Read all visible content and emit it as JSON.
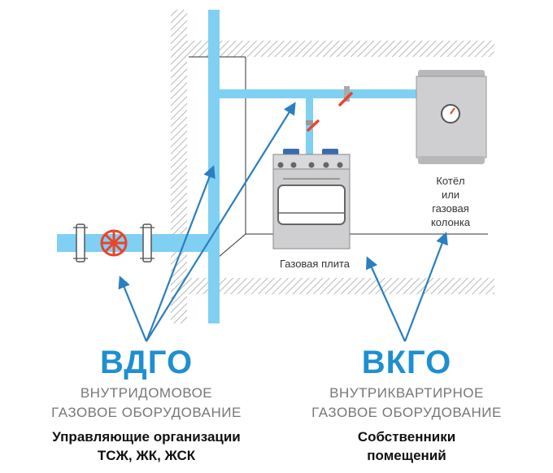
{
  "labels": {
    "stove": "Газовая плита",
    "boiler_lines": [
      "Котёл",
      "или",
      "газовая",
      "колонка"
    ]
  },
  "left_group": {
    "abbr": "ВДГО",
    "description_lines": [
      "ВНУТРИДОМОВОЕ",
      "ГАЗОВОЕ ОБОРУДОВАНИЕ"
    ],
    "owner_lines": [
      "Управляющие организации",
      "ТСЖ, ЖК, ЖСК"
    ]
  },
  "right_group": {
    "abbr": "ВКГО",
    "description_lines": [
      "ВНУТРИКВАРТИРНОЕ",
      "ГАЗОВОЕ ОБОРУДОВАНИЕ"
    ],
    "owner_lines": [
      "Собственники",
      "помещений"
    ]
  },
  "colors": {
    "pipe": "#7fd0f2",
    "accent": "#1e8fd0",
    "arrow": "#2a7fc0",
    "valve": "#e8452c",
    "appliance": "#cfcfd2",
    "wall_hatch": "#b9b9b9"
  }
}
